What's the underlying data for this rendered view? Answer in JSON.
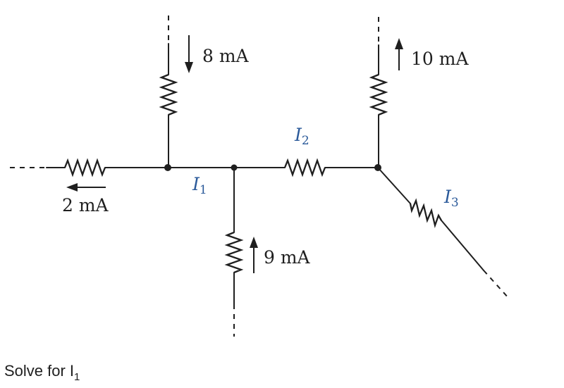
{
  "labels": {
    "current_top_left": "8 mA",
    "current_top_right": "10 mA",
    "current_left": "2 mA",
    "current_bottom": "9 mA",
    "i1": {
      "symbol": "I",
      "sub": "1"
    },
    "i2": {
      "symbol": "I",
      "sub": "2"
    },
    "i3": {
      "symbol": "I",
      "sub": "3"
    }
  },
  "problem": {
    "text": "Solve for I",
    "sub": "1"
  }
}
